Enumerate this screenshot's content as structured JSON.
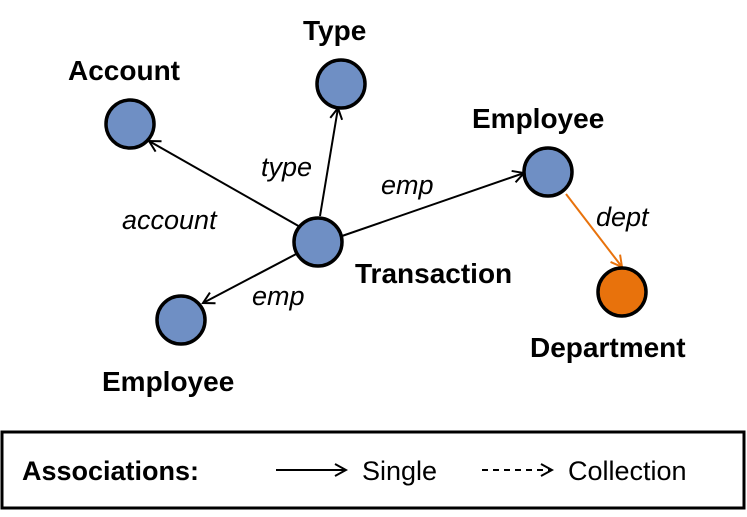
{
  "colors": {
    "node_fill": "#6f8fc4",
    "highlight_fill": "#e8720c",
    "highlight_text": "#e8720c",
    "stroke": "#000000"
  },
  "nodes": {
    "transaction": "Transaction",
    "account": "Account",
    "type": "Type",
    "employee_right": "Employee",
    "employee_bottom": "Employee",
    "department": "Department"
  },
  "edges": {
    "account": "account",
    "type": "type",
    "emp_right": "emp",
    "emp_bottom": "emp",
    "dept": "dept"
  },
  "legend": {
    "title": "Associations:",
    "single": "Single",
    "collection": "Collection"
  }
}
